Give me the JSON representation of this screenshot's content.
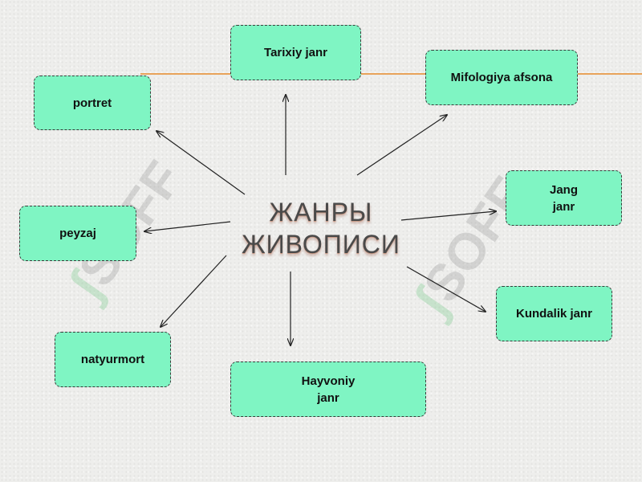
{
  "center": {
    "title": "ЖАНРЫ\nЖИВОПИСИ"
  },
  "nodes": {
    "tarixiy": "Tarixiy janr",
    "mifologiya": "Mifologiya afsona",
    "portret": "portret",
    "jang": "Jang\njanr",
    "peyzaj": "peyzaj",
    "kundalik": "Kundalik janr",
    "natyurmort": "natyurmort",
    "hayvoniy": "Hayvoniy\njanr"
  },
  "watermark": {
    "text": "SOFF",
    "glyph": "ʃ"
  },
  "colors": {
    "node_fill": "#7ff5c3",
    "node_border": "#3a3a3a",
    "accent_line": "#e8a35a",
    "arrow": "#222222",
    "title": "#4a4a4a"
  }
}
